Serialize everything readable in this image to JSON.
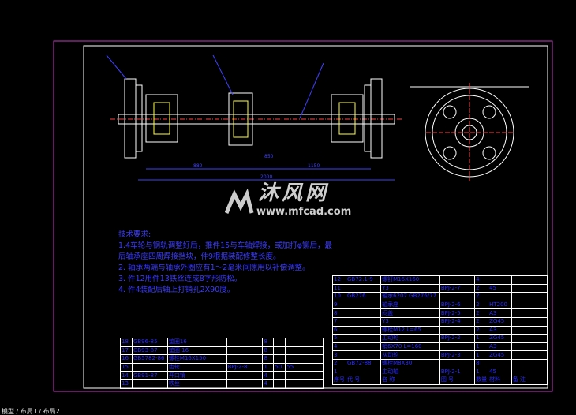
{
  "requirements": {
    "title": "技术要求:",
    "lines": [
      "1.4车轮与钢轨调整好后，推件15与车轴焊接，或加打φ铆后，最",
      "后轴承座四周焊接挡块，件9根据装配修整长度。",
      "2. 轴承两端与轴承外圈应有1～2毫米间隙用以补偿调整。",
      "3. 件12用件13铁丝连成8字形防松。",
      "4. 件4装配后轴上打销孔2X90度。"
    ]
  },
  "dimensions": [
    "880",
    "1150",
    "2000",
    "850"
  ],
  "watermark": {
    "name": "沐风网",
    "url": "www.mfcad.com"
  },
  "parts_table": {
    "header": [
      "序号",
      "代 号",
      "名 称",
      "图 号",
      "数量",
      "材料",
      "备 注"
    ],
    "rows": [
      [
        "12",
        "GB72.1-9",
        "螺钉M16X160",
        "",
        "4",
        "",
        ""
      ],
      [
        "11",
        "",
        "Y3",
        "BPJ-2-7",
        "2",
        "45",
        ""
      ],
      [
        "10",
        "GB276",
        "轴承6207 GB276/77",
        "",
        "2",
        "",
        ""
      ],
      [
        "9",
        "",
        "轴承座",
        "BPJ-2-6",
        "2",
        "HT200",
        ""
      ],
      [
        "8",
        "",
        "闷盖",
        "BPJ-2-5",
        "2",
        "A3",
        ""
      ],
      [
        "7",
        "",
        "Y3",
        "BPJ-2-4",
        "2",
        "ZG45",
        ""
      ],
      [
        "6",
        "",
        "螺栓M12 L=65",
        "",
        "2",
        "A3",
        ""
      ],
      [
        "5",
        "",
        "主动轮",
        "BPJ-2-2",
        "1",
        "ZG45",
        ""
      ],
      [
        "4",
        "",
        "销6X70 L=160",
        "",
        "1",
        "A3",
        ""
      ],
      [
        "3",
        "",
        "从动轮",
        "BPJ-2-3",
        "1",
        "ZG45",
        ""
      ],
      [
        "2",
        "GB72-88",
        "螺栓M8X30",
        "",
        "8",
        "",
        ""
      ],
      [
        "1",
        "",
        "主动轴",
        "BPJ-2-1",
        "1",
        "45",
        ""
      ]
    ]
  },
  "parts_table_left": {
    "rows": [
      [
        "18",
        "GB96-85",
        "垫圈16",
        "",
        "8",
        "",
        ""
      ],
      [
        "17",
        "GB93-87",
        "垫圈 16",
        "",
        "8",
        "",
        ""
      ],
      [
        "16",
        "GB5782-86",
        "螺栓M16X150",
        "",
        "8",
        "",
        ""
      ],
      [
        "15",
        "",
        "齿轮",
        "BPJ-2-8",
        "1",
        "50",
        "55"
      ],
      [
        "14",
        "GB91-87",
        "开口销",
        "",
        "4",
        "",
        ""
      ],
      [
        "13",
        "",
        "铁丝",
        "",
        "4",
        "",
        ""
      ]
    ]
  },
  "status_text": "模型 / 布局1 / 布局2",
  "colors": {
    "frame": "#c040c0",
    "lines": "#ffffff",
    "text": "#2a2aff",
    "dim": "#4040ff"
  }
}
